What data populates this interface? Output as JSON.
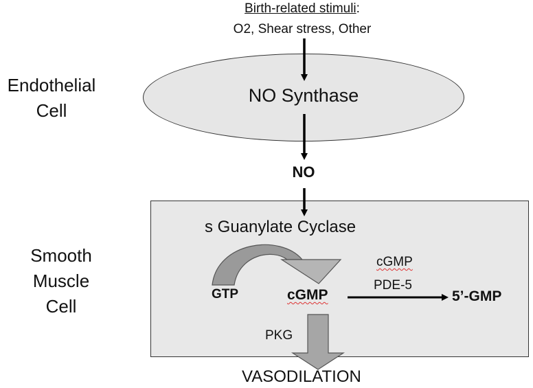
{
  "stimuli": {
    "title": "Birth-related stimuli",
    "title_suffix": ":",
    "list": "O2, Shear stress, Other"
  },
  "compartments": {
    "endothelial_line1": "Endothelial",
    "endothelial_line2": "Cell",
    "smooth_line1": "Smooth",
    "smooth_line2": "Muscle",
    "smooth_line3": "Cell"
  },
  "nodes": {
    "no_synthase": "NO Synthase",
    "no": "NO",
    "guanylate_cyclase": "s Guanylate Cyclase",
    "gtp": "GTP",
    "cgmp": "cGMP",
    "enzyme_line1": "cGMP",
    "enzyme_line2": "PDE-5",
    "product_5gmp": "5’-GMP",
    "pkg": "PKG",
    "outcome": "VASODILATION"
  },
  "colors": {
    "ellipse_fill": "#e6e6e6",
    "cell_box_fill": "#e8e8e8",
    "curved_arrow_fill": "#9a9a9a",
    "curved_arrow_head_fill": "#b5b5b5",
    "block_arrow_fill": "#a6a6a6"
  }
}
